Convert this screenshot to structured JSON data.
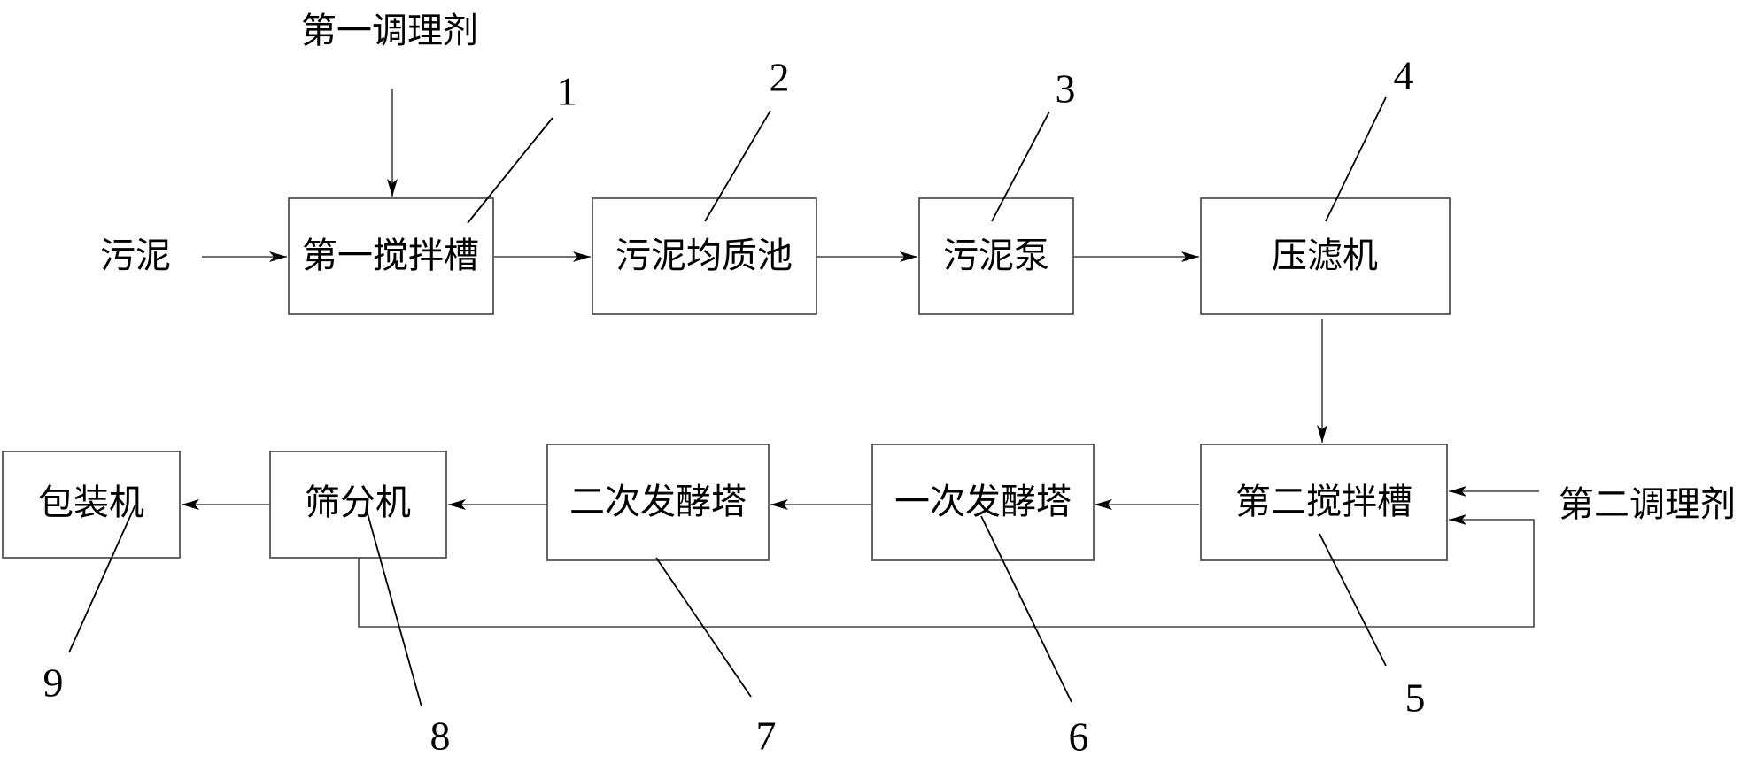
{
  "nodes": [
    {
      "id": "stir1",
      "label": "第一搅拌槽",
      "number": "1"
    },
    {
      "id": "homogenize",
      "label": "污泥均质池",
      "number": "2"
    },
    {
      "id": "pump",
      "label": "污泥泵",
      "number": "3"
    },
    {
      "id": "filterpress",
      "label": "压滤机",
      "number": "4"
    },
    {
      "id": "stir2",
      "label": "第二搅拌槽",
      "number": "5"
    },
    {
      "id": "ferment1",
      "label": "一次发酵塔",
      "number": "6"
    },
    {
      "id": "ferment2",
      "label": "二次发酵塔",
      "number": "7"
    },
    {
      "id": "screen",
      "label": "筛分机",
      "number": "8"
    },
    {
      "id": "packer",
      "label": "包装机",
      "number": "9"
    }
  ],
  "inputs": {
    "sludge": "污泥",
    "conditioner1": "第一调理剂",
    "conditioner2": "第二调理剂"
  },
  "edges": [
    {
      "from": "sludge",
      "to": "stir1"
    },
    {
      "from": "conditioner1",
      "to": "stir1"
    },
    {
      "from": "stir1",
      "to": "homogenize"
    },
    {
      "from": "homogenize",
      "to": "pump"
    },
    {
      "from": "pump",
      "to": "filterpress"
    },
    {
      "from": "filterpress",
      "to": "stir2"
    },
    {
      "from": "conditioner2",
      "to": "stir2"
    },
    {
      "from": "stir2",
      "to": "ferment1"
    },
    {
      "from": "ferment1",
      "to": "ferment2"
    },
    {
      "from": "ferment2",
      "to": "screen"
    },
    {
      "from": "screen",
      "to": "packer"
    },
    {
      "from": "screen",
      "to": "stir2",
      "kind": "return"
    }
  ]
}
